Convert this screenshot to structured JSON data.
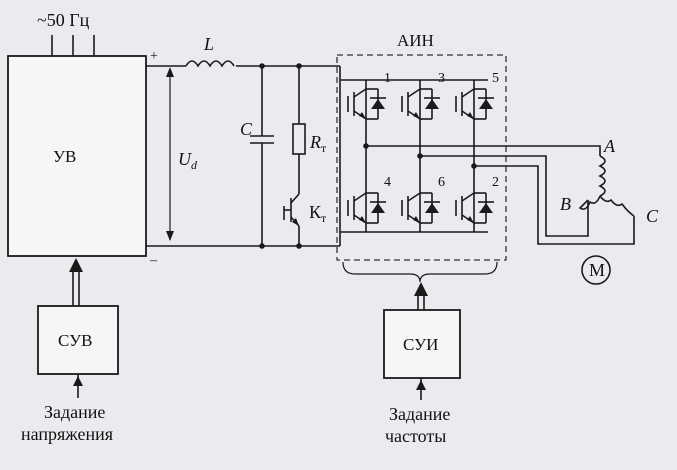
{
  "supply_label": "~50 Гц",
  "blocks": {
    "uv": "УВ",
    "suv": "СУВ",
    "sui": "СУИ",
    "ain": "АИН",
    "motor": "M"
  },
  "components": {
    "inductor": "L",
    "capacitor": "C",
    "resistor": "R",
    "resistor_sub": "т",
    "key": "К",
    "key_sub": "т",
    "voltage": "U",
    "voltage_sub": "d",
    "plus": "+",
    "minus": "–"
  },
  "switches": [
    "1",
    "3",
    "5",
    "4",
    "6",
    "2"
  ],
  "phases": [
    "A",
    "B",
    "C"
  ],
  "inputs": {
    "voltage_line1": "Задание",
    "voltage_line2": "напряжения",
    "freq_line1": "Задание",
    "freq_line2": "частоты"
  }
}
